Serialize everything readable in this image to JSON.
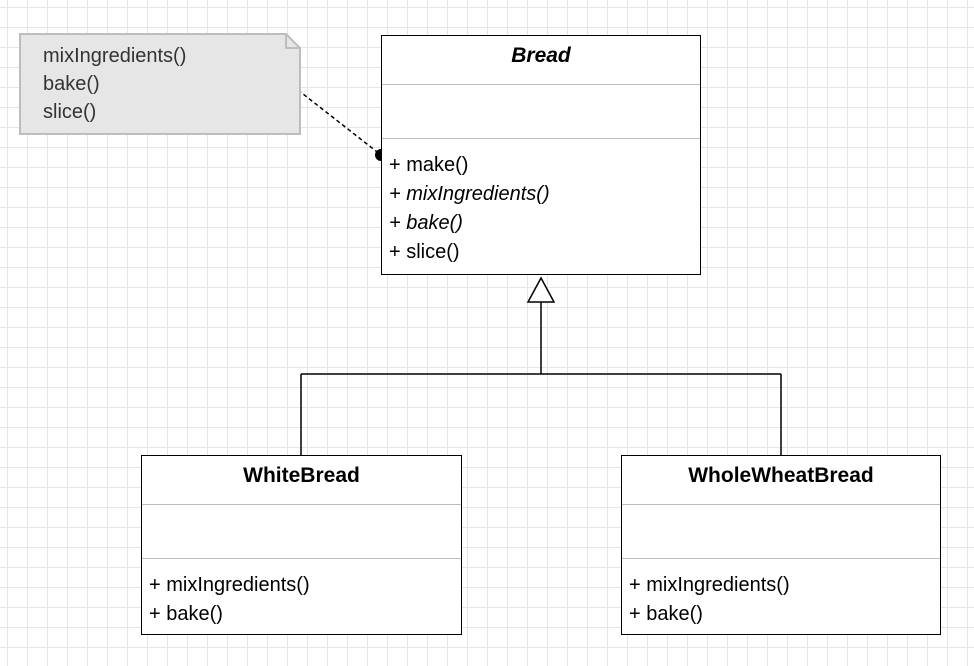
{
  "diagram": {
    "classes": {
      "bread": {
        "name": "Bread",
        "abstract": true,
        "methods": [
          {
            "text": "+ make()",
            "abstract": false
          },
          {
            "text": "+ mixIngredients()",
            "abstract": true
          },
          {
            "text": "+ bake()",
            "abstract": true
          },
          {
            "text": "+ slice()",
            "abstract": false
          }
        ]
      },
      "white_bread": {
        "name": "WhiteBread",
        "methods": [
          {
            "text": "+ mixIngredients()"
          },
          {
            "text": "+ bake()"
          }
        ]
      },
      "wholewheat_bread": {
        "name": "WholeWheatBread",
        "methods": [
          {
            "text": "+ mixIngredients()"
          },
          {
            "text": "+ bake()"
          }
        ]
      }
    },
    "note": {
      "lines": [
        "mixIngredients()",
        "bake()",
        "slice()"
      ]
    },
    "colors": {
      "note_fill": "#e6e6e6",
      "note_border": "#bdbdbd",
      "note_text": "#333333",
      "grid": "#e6e6e6",
      "line": "#000000"
    }
  }
}
